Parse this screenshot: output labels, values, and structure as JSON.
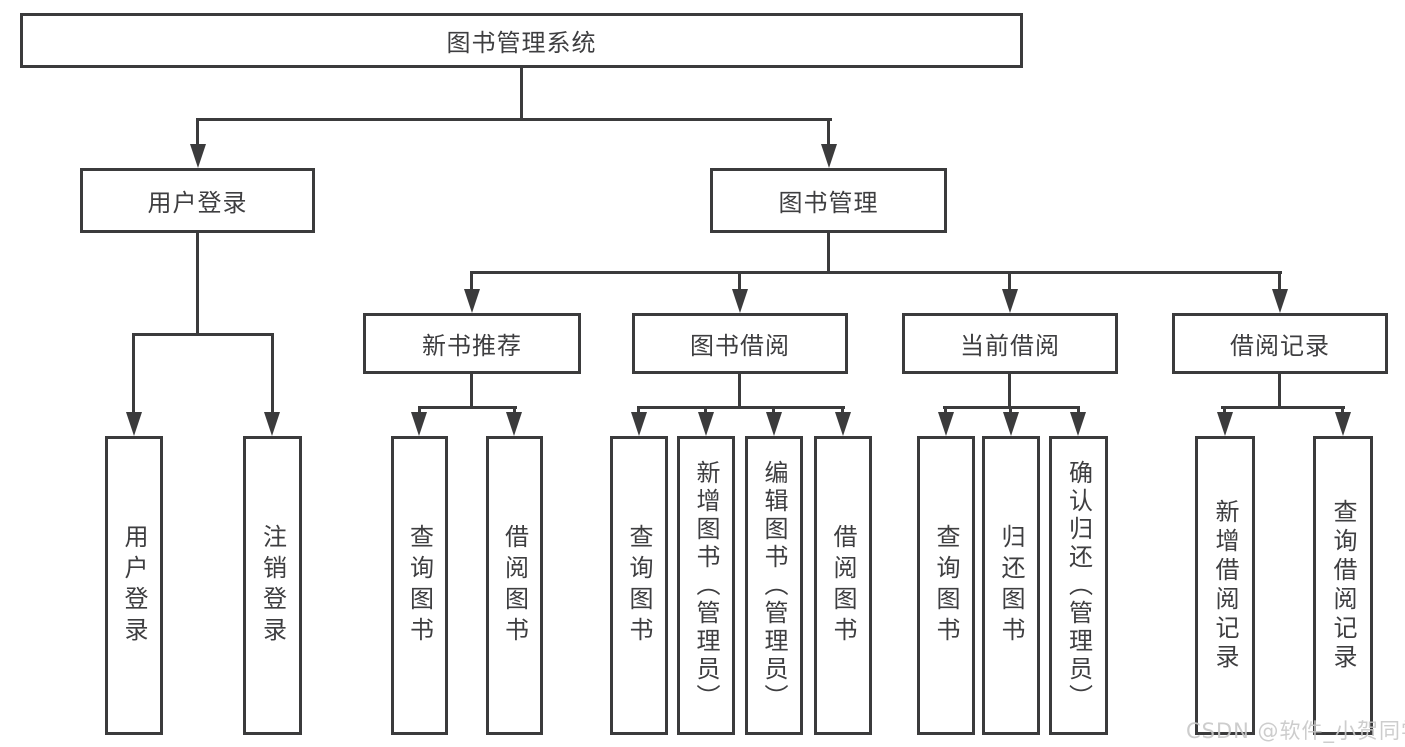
{
  "watermark": "CSDN @软件_小贺同学",
  "colors": {
    "line_and_border": "#3b3b3c",
    "node_text": "#3e3e40",
    "watermark_text": "#c9c9c9",
    "background": "#ffffff"
  },
  "diagram": {
    "type": "tree",
    "root": {
      "label": "图书管理系统"
    },
    "branches": [
      {
        "label": "用户登录",
        "children_labels": [
          "用户登录",
          "注销登录"
        ]
      },
      {
        "label": "图书管理",
        "children": [
          {
            "label": "新书推荐",
            "leaves": [
              "查询图书",
              "借阅图书"
            ]
          },
          {
            "label": "图书借阅",
            "leaves": [
              "查询图书",
              "新增图书（管理员）",
              "编辑图书（管理员）",
              "借阅图书"
            ]
          },
          {
            "label": "当前借阅",
            "leaves": [
              "查询图书",
              "归还图书",
              "确认归还（管理员）"
            ]
          },
          {
            "label": "借阅记录",
            "leaves": [
              "新增借阅记录",
              "查询借阅记录"
            ]
          }
        ]
      }
    ]
  }
}
